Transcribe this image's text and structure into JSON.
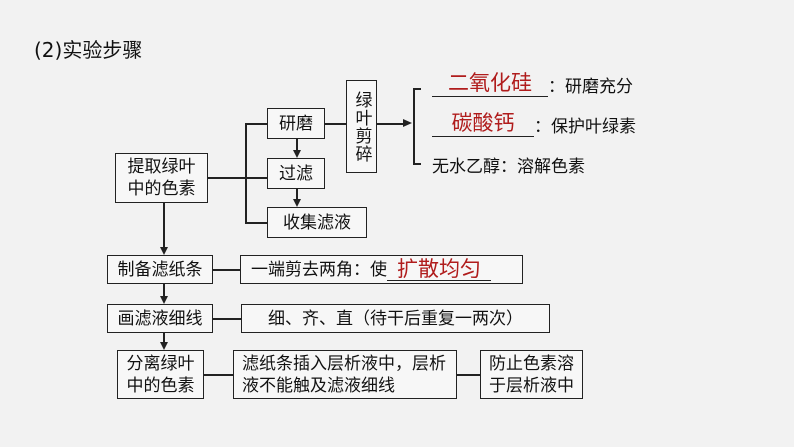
{
  "title": "(2)实验步骤",
  "extract": {
    "label": "提取绿叶中的色素",
    "grind": "研磨",
    "filter": "过滤",
    "collect": "收集滤液",
    "cut": "绿叶剪碎",
    "reagents": [
      {
        "answer": "二氧化硅",
        "desc": "：研磨充分"
      },
      {
        "answer": "碳酸钙",
        "desc": "：保护叶绿素"
      },
      {
        "name": "无水乙醇",
        "desc": "：溶解色素"
      }
    ]
  },
  "paper": {
    "label": "制备滤纸条",
    "note": "一端剪去两角：使",
    "answer": "扩散均匀"
  },
  "line": {
    "label": "画滤液细线",
    "note": "细、齐、直（待干后重复一两次）"
  },
  "separate": {
    "label": "分离绿叶中的色素",
    "note": "滤纸条插入层析液中，层析液不能触及滤液细线",
    "reason": "防止色素溶于层析液中"
  }
}
